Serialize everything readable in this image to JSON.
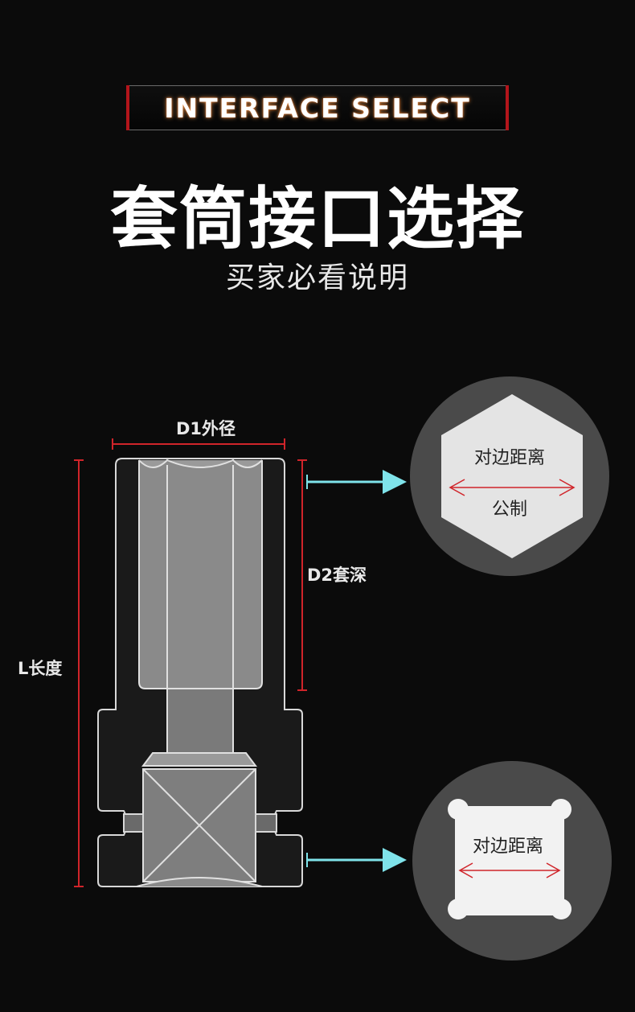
{
  "header": {
    "banner": "INTERFACE SELECT",
    "title": "套筒接口选择",
    "subtitle": "买家必看说明"
  },
  "diagram": {
    "d1_label": "D1外径",
    "d2_label": "D2套深",
    "l_label": "L长度",
    "hex_detail": {
      "label_top": "对边距离",
      "label_bottom": "公制"
    },
    "square_detail": {
      "label": "对边距离"
    }
  },
  "colors": {
    "accent_red": "#b3151b",
    "arrow_cyan": "#7fe3ea",
    "dimension_red": "#d0242a"
  }
}
